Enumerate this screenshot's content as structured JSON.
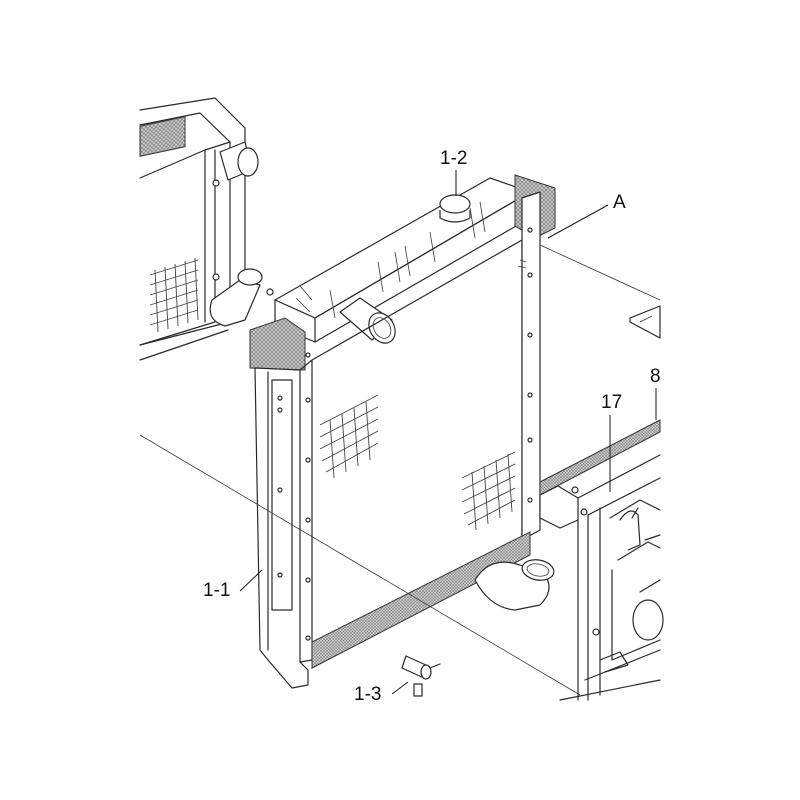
{
  "labels": {
    "part_1_2": "1-2",
    "part_1_1": "1-1",
    "part_1_3": "1-3",
    "detail_a": "A",
    "part_8": "8",
    "part_17": "17"
  }
}
